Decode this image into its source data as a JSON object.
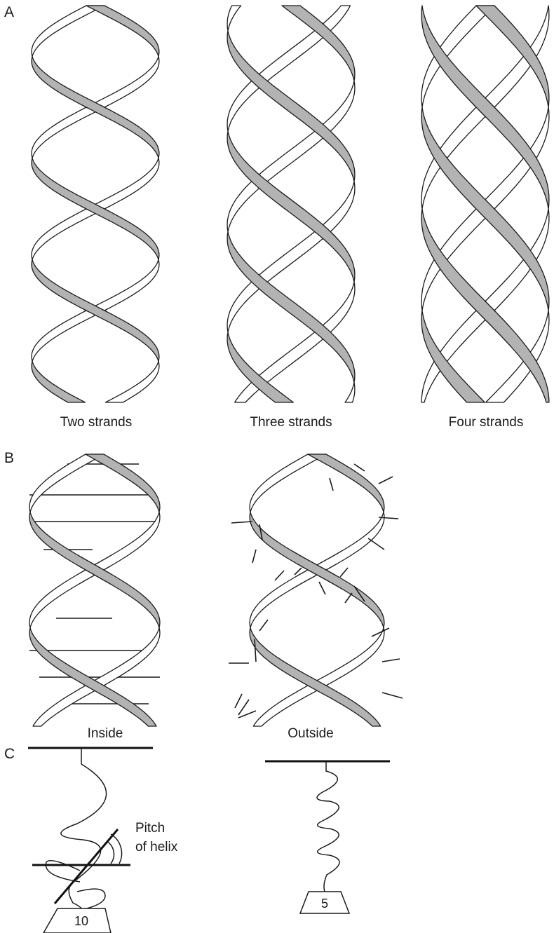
{
  "panel_labels": {
    "a": "A",
    "b": "B",
    "c": "C"
  },
  "panel_a": {
    "captions": [
      "Two strands",
      "Three strands",
      "Four strands"
    ],
    "strand_counts": [
      2,
      3,
      4
    ]
  },
  "panel_b": {
    "captions": [
      "Inside",
      "Outside"
    ]
  },
  "panel_c": {
    "pitch_label_line1": "Pitch",
    "pitch_label_line2": "of helix",
    "weights": [
      "10",
      "5"
    ]
  },
  "colors": {
    "ribbon": "#b3b3b3",
    "stroke": "#1a1a1a",
    "background": "#ffffff"
  }
}
